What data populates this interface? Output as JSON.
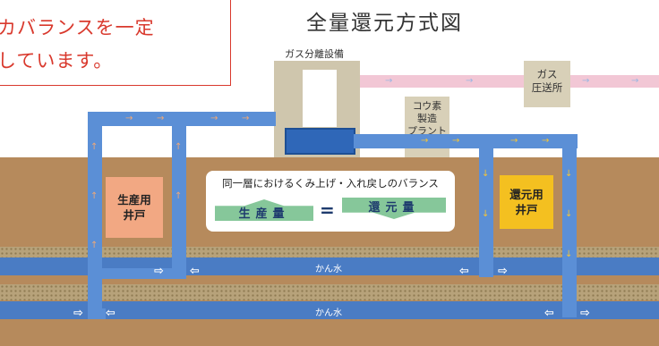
{
  "callout": {
    "line1": "カバランスを一定",
    "line2": "しています。"
  },
  "title": "全量還元方式図",
  "gas_separation": "ガス分離設備",
  "gas_compressor": {
    "line1": "ガス",
    "line2": "圧送所"
  },
  "iodine_plant": {
    "line1": "コウ素",
    "line2": "製造",
    "line3": "プラント"
  },
  "production_well": {
    "line1": "生産用",
    "line2": "井戸"
  },
  "return_well": {
    "line1": "還元用",
    "line2": "井戸"
  },
  "balance": {
    "title": "同一層におけるくみ上げ・入れ戻しのバランス",
    "production": "生産量",
    "equals": "=",
    "return": "還元量"
  },
  "kansui_upper": "かん水",
  "kansui_lower": "かん水",
  "colors": {
    "callout_border": "#d9392d",
    "ground": "#b68a5c",
    "pipe": "#5b8fd6",
    "gas_pipe": "#f2c7d5",
    "production_well": "#f2a883",
    "return_well": "#f4c020",
    "balance_arrow": "#86c79a"
  }
}
